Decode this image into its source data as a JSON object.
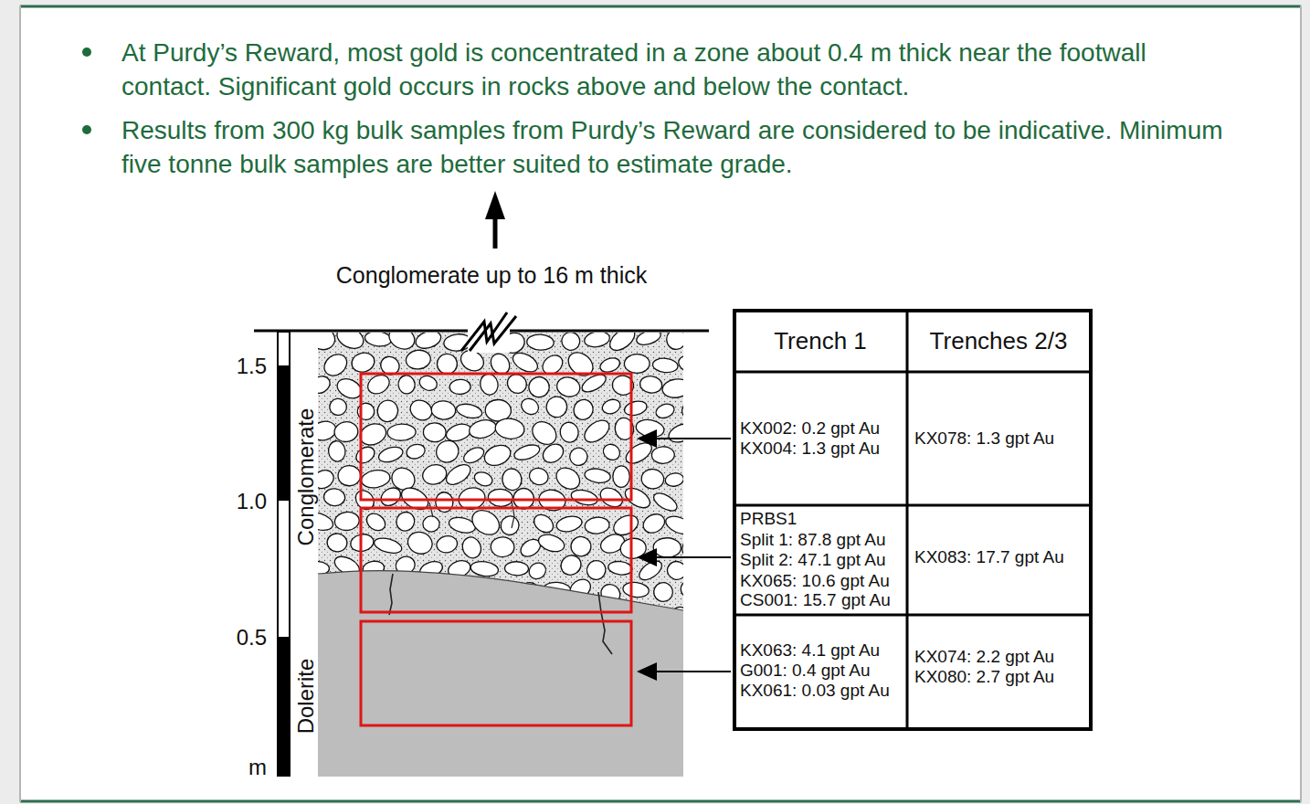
{
  "diagram": {
    "labels": [
      "At Purdy’s Reward, most gold is concentrated in a zone about 0.4 m thick near the footwall contact. Significant gold occurs in rocks above and below the contact.",
      "Results from 300 kg bulk samples from Purdy’s Reward are considered to be indicative. Minimum five tonne bulk samples are better suited to estimate grade.",
      "Conglomerate up to 16 m thick",
      "1.5",
      "1.0",
      "0.5",
      "m",
      "Conglomerate",
      "Dolerite",
      "Trench 1",
      "Trenches 2/3",
      "KX002: 0.2 gpt Au",
      "KX004: 1.3 gpt Au",
      "KX078: 1.3 gpt Au",
      "PRBS1",
      "Split 1: 87.8 gpt Au",
      "Split 2: 47.1 gpt Au",
      "KX065: 10.6 gpt Au",
      "CS001: 15.7 gpt Au",
      "KX083: 17.7 gpt Au",
      "KX063: 4.1 gpt Au",
      "G001: 0.4 gpt Au",
      "KX061: 0.03 gpt Au",
      "KX074: 2.2 gpt Au",
      "KX080: 2.7 gpt Au"
    ]
  }
}
